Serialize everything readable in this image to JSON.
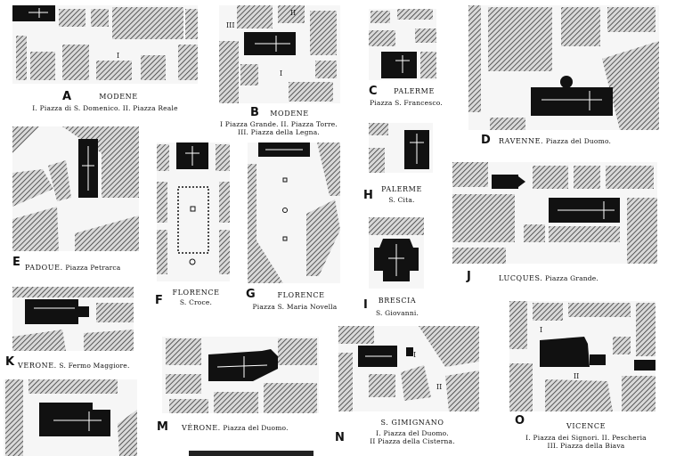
{
  "figures": [
    {
      "letter": "A",
      "city": "MODENE",
      "sub": "I. Piazza di S. Domenico.  II. Piazza Reale",
      "sub2": ""
    },
    {
      "letter": "B",
      "city": "MODENE",
      "sub": "I  Piazza Grande.  II. Piazza Torre.",
      "sub2": "III. Piazza della Legna."
    },
    {
      "letter": "C",
      "city": "PALERME",
      "sub": "Piazza S. Francesco.",
      "sub2": ""
    },
    {
      "letter": "D",
      "city": "RAVENNE.",
      "sub": "Piazza del Duomo.",
      "sub2": ""
    },
    {
      "letter": "E",
      "city": "PADOUE.",
      "sub": "Piazza Petrarca",
      "sub2": ""
    },
    {
      "letter": "F",
      "city": "FLORENCE",
      "sub": "S. Croce.",
      "sub2": ""
    },
    {
      "letter": "G",
      "city": "FLORENCE",
      "sub": "Piazza S. Maria Novella",
      "sub2": ""
    },
    {
      "letter": "H",
      "city": "PALERME",
      "sub": "S. Cita.",
      "sub2": ""
    },
    {
      "letter": "I",
      "city": "BRESCIA",
      "sub": "S. Giovanni.",
      "sub2": ""
    },
    {
      "letter": "J",
      "city": "LUCQUES.",
      "sub": "Piazza Grande.",
      "sub2": ""
    },
    {
      "letter": "K",
      "city": "VERONE.",
      "sub": "S. Fermo Maggiore.",
      "sub2": ""
    },
    {
      "letter": "M",
      "city": "VÉRONE.",
      "sub": "Piazza del Duomo.",
      "sub2": ""
    },
    {
      "letter": "N",
      "city": "S. GIMIGNANO",
      "sub": "I. Piazza del Duomo.",
      "sub2": "II  Piazza della Cisterna."
    },
    {
      "letter": "O",
      "city": "VICENCE",
      "sub": "I. Piazza dei Signori.  II. Pescheria",
      "sub2": "III. Piazza della Biava"
    }
  ],
  "plan_numerals": {
    "a1": "I",
    "b1": "I",
    "b2": "II",
    "b3": "III",
    "n1": "I",
    "n2": "II",
    "o1": "I",
    "o2": "II"
  }
}
